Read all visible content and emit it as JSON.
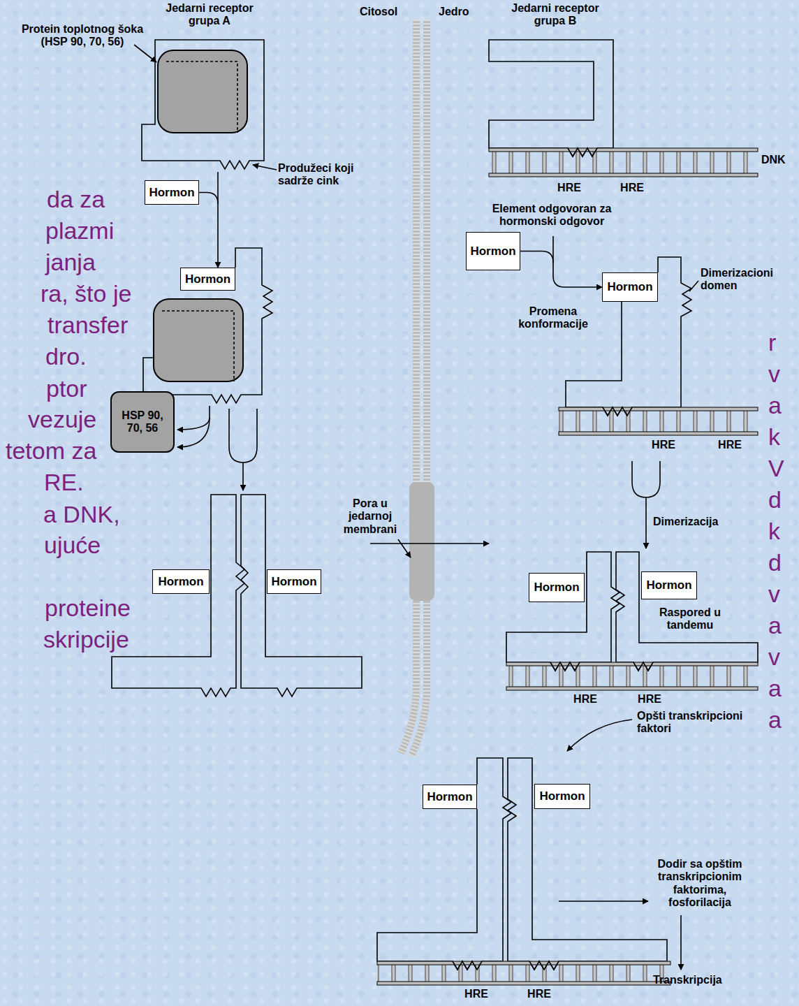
{
  "diagram": {
    "nodes": [
      {
        "text": [
          "Hormon"
        ]
      },
      {
        "text": [
          "Hormon"
        ]
      },
      {
        "text": [
          "HSP 90, 70, 56"
        ]
      },
      {
        "text": [
          "Hormon"
        ]
      },
      {
        "text": [
          "Hormon"
        ]
      },
      {
        "text": [
          "Hormon"
        ]
      },
      {
        "text": [
          "Hormon"
        ]
      },
      {
        "text": [
          "Hormon"
        ]
      },
      {
        "text": [
          "Hormon"
        ]
      },
      {
        "text": [
          "Hormon"
        ]
      },
      {
        "text": [
          "Hormon"
        ]
      }
    ],
    "edges": [
      {
        "from": 0,
        "to": 1,
        "arrow": "to"
      },
      {
        "from": 5,
        "to": 6,
        "arrow": "to",
        "label": "Promena konformacije"
      }
    ],
    "labels": [
      "Jedarni receptor grupa A",
      "Citosol",
      "Jedro",
      "Jedarni receptor grupa B",
      "Protein toplotnog šoka (HSP 90, 70, 56)",
      "Produžeci koji sadrže cink",
      "DNK",
      "HRE",
      "HRE",
      "Element odgovoran za hormonski odgovor",
      "Dimerizacioni domen",
      "HRE",
      "HRE",
      "Dimerizacija",
      "Pora u jedarnoj membrani",
      "Raspored u tandemu",
      "HRE",
      "HRE",
      "Opšti transkripcioni faktori",
      "Dodir sa opštim transkripcionim faktorima, fosforilacija",
      "Transkripcija",
      "HRE",
      "HRE",
      "da za",
      "plazmi",
      "janja",
      "ra, što je",
      "transfer",
      "dro.",
      "ptor",
      "vezuje",
      "tetom za",
      "RE.",
      "a DNK,",
      "ujuće",
      "proteine",
      "skripcije",
      "r",
      "v",
      "a",
      "k",
      "V",
      "d",
      "k",
      "d",
      "v",
      "a",
      "v",
      "a",
      "a"
    ]
  }
}
